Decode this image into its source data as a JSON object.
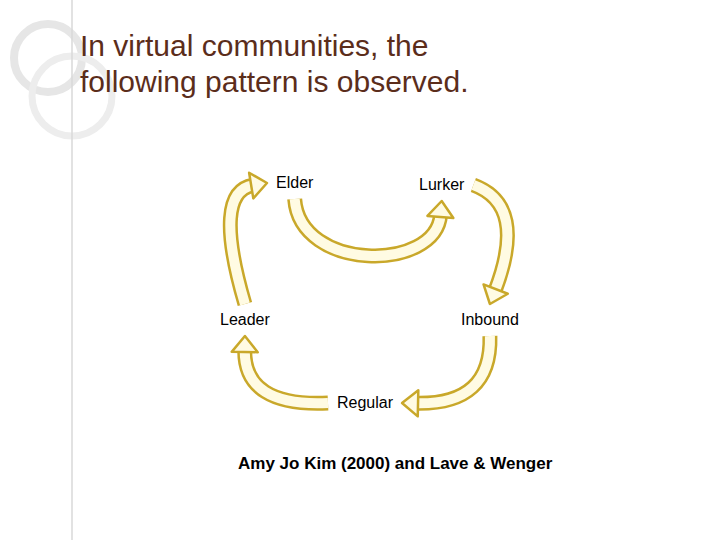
{
  "diagram": {
    "title": "In virtual communities, the following pattern is observed.",
    "caption": "Amy Jo Kim (2000) and Lave & Wenger",
    "nodes": [
      {
        "text": [
          "Elder"
        ]
      },
      {
        "text": [
          "Lurker"
        ]
      },
      {
        "text": [
          "Leader"
        ]
      },
      {
        "text": [
          "Inbound"
        ]
      },
      {
        "text": [
          "Regular"
        ]
      }
    ],
    "edges": [
      {
        "from": 1,
        "to": 3,
        "arrow": "to"
      },
      {
        "from": 3,
        "to": 4,
        "arrow": "to"
      },
      {
        "from": 4,
        "to": 2,
        "arrow": "to"
      },
      {
        "from": 2,
        "to": 0,
        "arrow": "to"
      },
      {
        "from": 0,
        "to": 1,
        "arrow": "to"
      }
    ]
  }
}
